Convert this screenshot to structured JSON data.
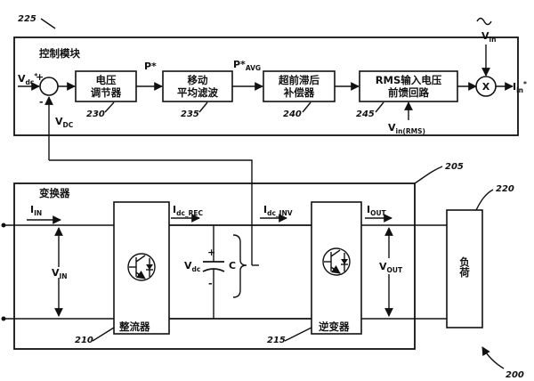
{
  "refs": {
    "r225": "225",
    "r230": "230",
    "r235": "235",
    "r240": "240",
    "r245": "245",
    "r205": "205",
    "r220": "220",
    "r210": "210",
    "r215": "215",
    "r200": "200"
  },
  "control": {
    "title": "控制模块",
    "vdc_star": "V",
    "vdc_star_sub": "dc",
    "vdc_star_sup": "*",
    "plus": "+",
    "minus": "-",
    "vdc_fb": "V",
    "vdc_fb_sub": "DC",
    "p_star": "P*",
    "p_avg_main": "P*",
    "p_avg_sub": "AVG",
    "vin_main": "V",
    "vin_sub": "in",
    "vin_rms_main": "V",
    "vin_rms_sub": "in(RMS)",
    "iin_star_main": "I",
    "iin_star_sub": "in",
    "iin_star_sup": "*",
    "mult": "X",
    "blocks": {
      "b230": [
        "电压",
        "调节器"
      ],
      "b235": [
        "移动",
        "平均滤波"
      ],
      "b240": [
        "超前滞后",
        "补偿器"
      ],
      "b245": [
        "RMS输入电压",
        "前馈回路"
      ]
    }
  },
  "converter": {
    "title": "变换器",
    "i_in_main": "I",
    "i_in_sub": "IN",
    "v_in_main": "V",
    "v_in_sub": "IN",
    "i_rec_main": "I",
    "i_rec_sub": "dc_REC",
    "i_inv_main": "I",
    "i_inv_sub": "dc_INV",
    "i_out_main": "I",
    "i_out_sub": "OUT",
    "v_out_main": "V",
    "v_out_sub": "OUT",
    "vdc_main": "V",
    "vdc_sub": "dc",
    "cap_plus": "+",
    "cap_minus": "-",
    "cap_label": "C",
    "rectifier": "整流器",
    "inverter": "逆变器",
    "load": "负荷"
  }
}
